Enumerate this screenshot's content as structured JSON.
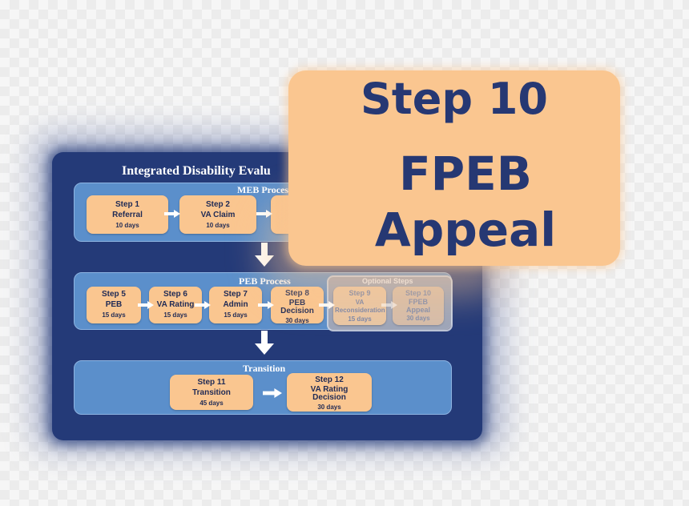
{
  "diagram": {
    "title": "Integrated Disability Evalu",
    "sections": {
      "meb": "MEB Proces",
      "peb": "PEB Process",
      "optional": "Optional Steps",
      "transition": "Transition"
    },
    "steps": [
      {
        "step": "Step 1",
        "name": "Referral",
        "days": "10 days"
      },
      {
        "step": "Step 2",
        "name": "VA Claim",
        "days": "10 days"
      },
      {
        "step": "Step 5",
        "name": "PEB",
        "days": "15 days"
      },
      {
        "step": "Step 6",
        "name": "VA Rating",
        "days": "15 days"
      },
      {
        "step": "Step 7",
        "name": "Admin",
        "days": "15 days"
      },
      {
        "step": "Step 8",
        "name": "PEB Decision",
        "days": "30 days"
      },
      {
        "step": "Step 9",
        "name": "VA Reconsideration",
        "days": "15 days"
      },
      {
        "step": "Step 10",
        "name": "FPEB Appeal",
        "days": "30 days"
      },
      {
        "step": "Step 11",
        "name": "Transition",
        "days": "45 days"
      },
      {
        "step": "Step 12",
        "name": "VA Rating Decision",
        "days": "30 days"
      }
    ]
  },
  "callout": {
    "line1": "Step 10",
    "line2": "FPEB",
    "line3": "Appeal"
  },
  "colors": {
    "frame": "#243a78",
    "section": "#5b8fcb",
    "box": "#fac690",
    "text": "#263873"
  }
}
